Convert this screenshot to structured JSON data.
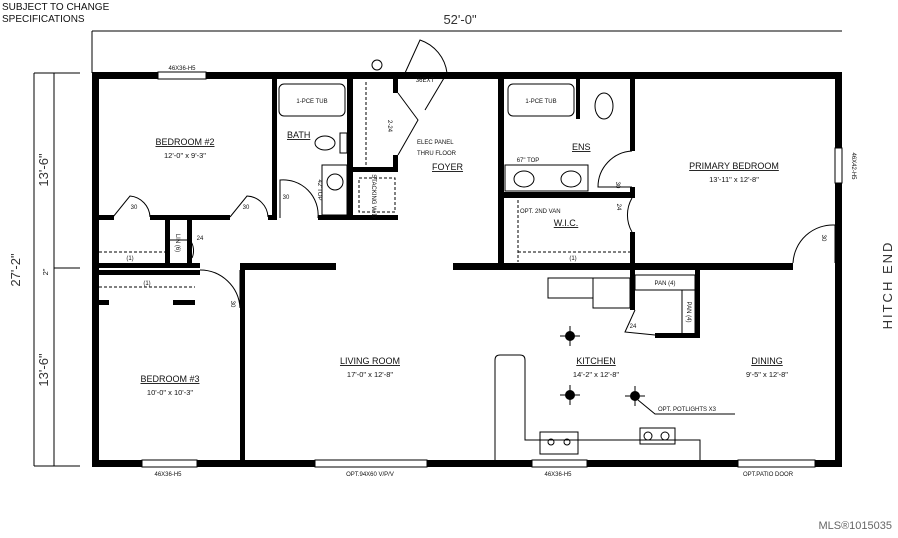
{
  "notes": {
    "line1": "SUBJECT TO CHANGE",
    "line2": "SPECIFICATIONS"
  },
  "dimensions": {
    "width": "52'-0\"",
    "total_depth": "27'-2\"",
    "upper_depth": "13'-6\"",
    "lower_depth": "13'-6\"",
    "middle": "2\""
  },
  "orientation_label": "HITCH END",
  "rooms": {
    "bedroom2": {
      "name": "BEDROOM #2",
      "size": "12'-0\" x 9'-3\""
    },
    "bath": {
      "name": "BATH"
    },
    "foyer": {
      "name": "FOYER"
    },
    "ens": {
      "name": "ENS"
    },
    "primary": {
      "name": "PRIMARY BEDROOM",
      "size": "13'-11\" x 12'-8\""
    },
    "wic": {
      "name": "W.I.C."
    },
    "bedroom3": {
      "name": "BEDROOM #3",
      "size": "10'-0\" x 10'-3\""
    },
    "living": {
      "name": "LIVING ROOM",
      "size": "17'-0\" x 12'-8\""
    },
    "kitchen": {
      "name": "KITCHEN",
      "size": "14'-2\" x 12'-8\""
    },
    "dining": {
      "name": "DINING",
      "size": "9'-5\" x 12'-8\""
    }
  },
  "annotations": {
    "tub1": "1-PCE TUB",
    "tub2": "1-PCE TUB",
    "top42": "42\"TOP",
    "top67": "67\" TOP",
    "elec": "ELEC PANEL",
    "thru": "THRU FLOOR",
    "ext_door": "36EXT",
    "bifold": "2-24",
    "stacking": "STACKING W/D",
    "opt_van": "OPT. 2ND VAN",
    "lin": "LIN (6)",
    "pan1": "PAN (4)",
    "pan2": "PAN (4)",
    "potlights": "OPT. POTLIGHTS X3",
    "shelf": "(1)",
    "door30": "30",
    "door24": "24"
  },
  "windows": {
    "top_bed2": "46X36-H5",
    "right_primary": "46X42-H5",
    "bottom_bed3": "46X36-H5",
    "bottom_living": "OPT.94X60 V/P/V",
    "bottom_kitchen": "46X36-H5",
    "patio": "OPT.PATIO DOOR"
  },
  "watermark": "MLS®1015035"
}
